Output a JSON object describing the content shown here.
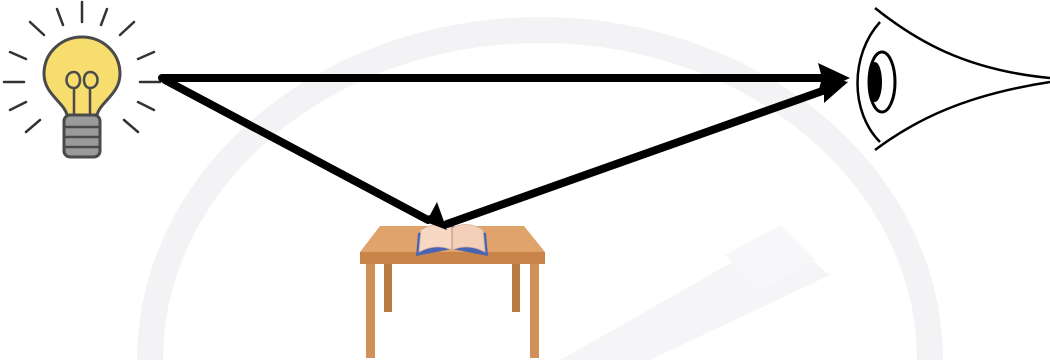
{
  "diagram": {
    "light_source": {
      "icon": "light-bulb-icon",
      "glass_color": "#f7dd6d",
      "outline_color": "#4a4a4a",
      "base_color": "#9a9a9a"
    },
    "observer": {
      "icon": "eye-icon",
      "stroke_color": "#000000"
    },
    "object": {
      "icon": "open-book-icon",
      "page_color": "#f6d8c4",
      "cover_color": "#4b63b3"
    },
    "table": {
      "icon": "table-icon",
      "top_color": "#e0a36c",
      "top_edge_color": "#c98549",
      "leg_color": "#cf9158"
    },
    "rays": {
      "color": "#000000",
      "items": [
        {
          "name": "direct-ray",
          "from": "light-source",
          "to": "observer"
        },
        {
          "name": "incident-ray",
          "from": "light-source",
          "to": "object"
        },
        {
          "name": "reflected-ray",
          "from": "object",
          "to": "observer"
        }
      ]
    },
    "watermark": {
      "color": "#f3f3f5"
    }
  }
}
